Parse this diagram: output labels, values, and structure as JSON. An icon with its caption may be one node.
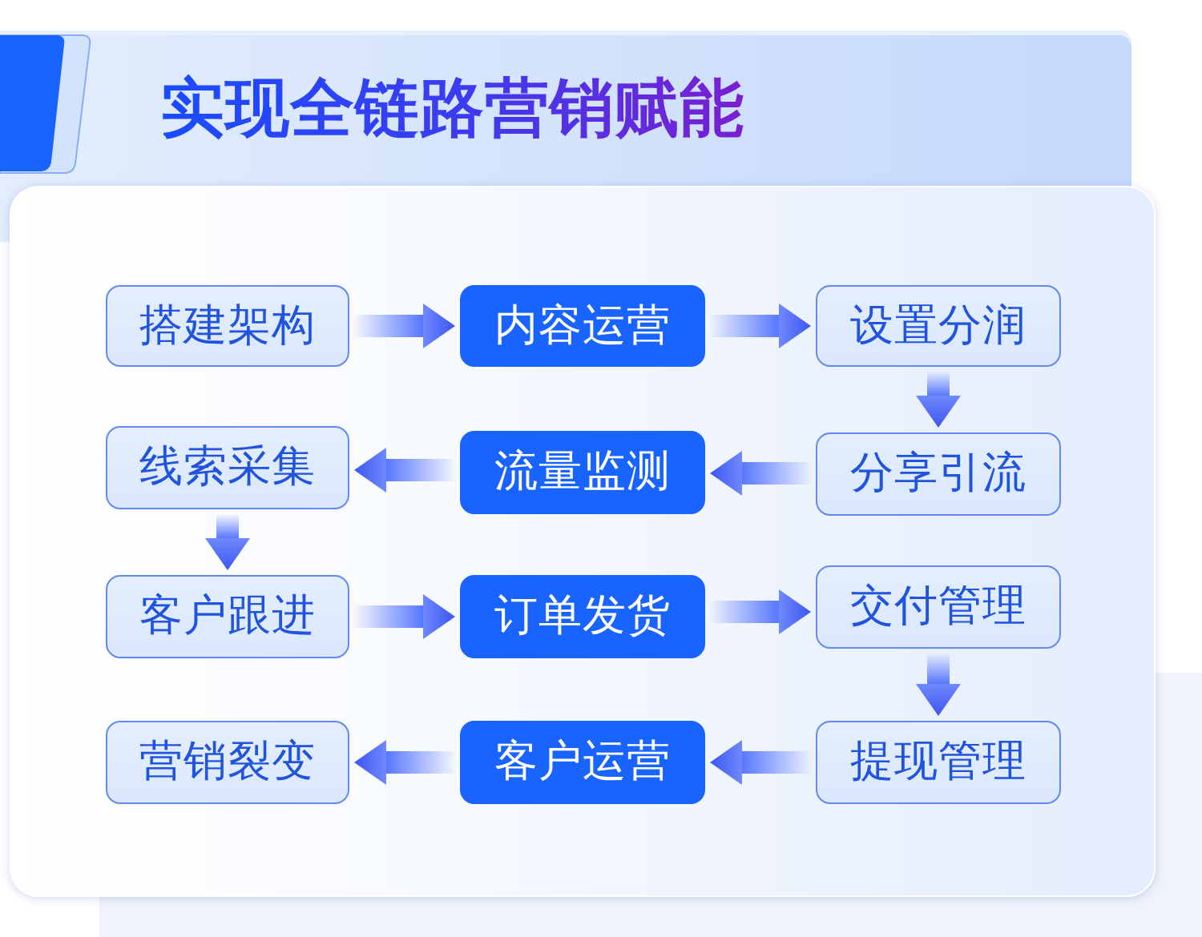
{
  "diagram": {
    "title": "实现全链路营销赋能",
    "nodes": [
      {
        "text": [
          "搭建架构"
        ]
      },
      {
        "text": [
          "内容运营"
        ]
      },
      {
        "text": [
          "设置分润"
        ]
      },
      {
        "text": [
          "线索采集"
        ]
      },
      {
        "text": [
          "流量监测"
        ]
      },
      {
        "text": [
          "分享引流"
        ]
      },
      {
        "text": [
          "客户跟进"
        ]
      },
      {
        "text": [
          "订单发货"
        ]
      },
      {
        "text": [
          "交付管理"
        ]
      },
      {
        "text": [
          "营销裂变"
        ]
      },
      {
        "text": [
          "客户运营"
        ]
      },
      {
        "text": [
          "提现管理"
        ]
      }
    ],
    "edges": [
      {
        "from": 0,
        "to": 1,
        "arrow": "to"
      },
      {
        "from": 1,
        "to": 2,
        "arrow": "to"
      },
      {
        "from": 2,
        "to": 5,
        "arrow": "to"
      },
      {
        "from": 5,
        "to": 4,
        "arrow": "to"
      },
      {
        "from": 4,
        "to": 3,
        "arrow": "to"
      },
      {
        "from": 3,
        "to": 6,
        "arrow": "to"
      },
      {
        "from": 6,
        "to": 7,
        "arrow": "to"
      },
      {
        "from": 7,
        "to": 8,
        "arrow": "to"
      },
      {
        "from": 8,
        "to": 11,
        "arrow": "to"
      },
      {
        "from": 11,
        "to": 10,
        "arrow": "to"
      },
      {
        "from": 10,
        "to": 9,
        "arrow": "to"
      }
    ]
  }
}
